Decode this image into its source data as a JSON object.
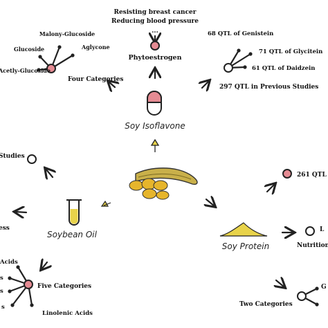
{
  "phyto": {
    "effect1": "Resisting breast cancer",
    "effect2": "Reducing blood pressure",
    "ellipsis": "...",
    "name": "Phytoestrogen"
  },
  "isoflavone": {
    "label": "Soy Isoflavone"
  },
  "glucoside": {
    "malonyl": "Malony-Glucoside",
    "glucoside": "Glucoside",
    "aglycone": "Aglycone",
    "acetyl": "Acetly-Glucoside",
    "categories": "Four Categories"
  },
  "qtl": {
    "genistein": "68 QTL of Genistein",
    "glycitein": "71 QTL of Glycitein",
    "daidzein": "61 QTL of Daidzein",
    "previous": "297 QTL in Previous Studies"
  },
  "left": {
    "studies": "Studies",
    "ess": "ess"
  },
  "oil": {
    "label": "Soybean Oil",
    "acids1": "Acids",
    "s1": "s",
    "s2": "s",
    "s3": "s",
    "categories": "Five Categories",
    "linolenic": "Linolenic Acids"
  },
  "protein": {
    "label": "Soy Protein",
    "qtl": "261 QTL",
    "nutrition": "Nutrition",
    "l": "L",
    "two": "Two Categories",
    "g": "G"
  },
  "colors": {
    "node_pink": "#e58b93",
    "arrow_yellow": "#e8d34a",
    "pod": "#c9b04a"
  }
}
